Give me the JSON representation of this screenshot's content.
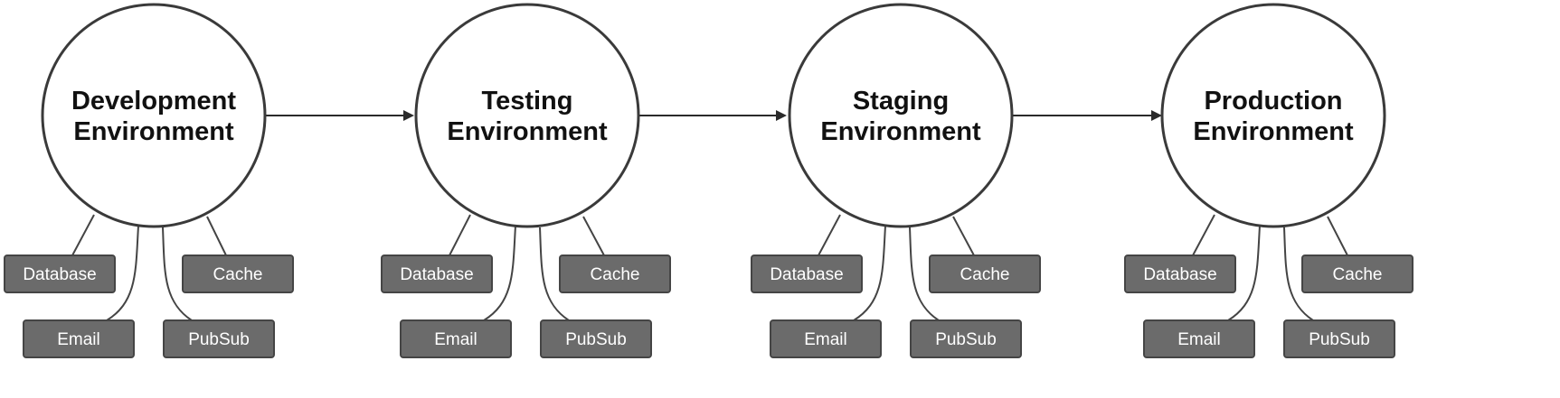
{
  "environments": [
    {
      "title_line1": "Development",
      "title_line2": "Environment",
      "services": {
        "database": "Database",
        "cache": "Cache",
        "email": "Email",
        "pubsub": "PubSub"
      }
    },
    {
      "title_line1": "Testing",
      "title_line2": "Environment",
      "services": {
        "database": "Database",
        "cache": "Cache",
        "email": "Email",
        "pubsub": "PubSub"
      }
    },
    {
      "title_line1": "Staging",
      "title_line2": "Environment",
      "services": {
        "database": "Database",
        "cache": "Cache",
        "email": "Email",
        "pubsub": "PubSub"
      }
    },
    {
      "title_line1": "Production",
      "title_line2": "Environment",
      "services": {
        "database": "Database",
        "cache": "Cache",
        "email": "Email",
        "pubsub": "PubSub"
      }
    }
  ],
  "flow": [
    "Development Environment → Testing Environment",
    "Testing Environment → Staging Environment",
    "Staging Environment → Production Environment"
  ],
  "colors": {
    "box_fill": "#6b6b6b",
    "box_text": "#ffffff",
    "circle_stroke": "#3a3a3a",
    "arrow": "#2a2a2a"
  }
}
